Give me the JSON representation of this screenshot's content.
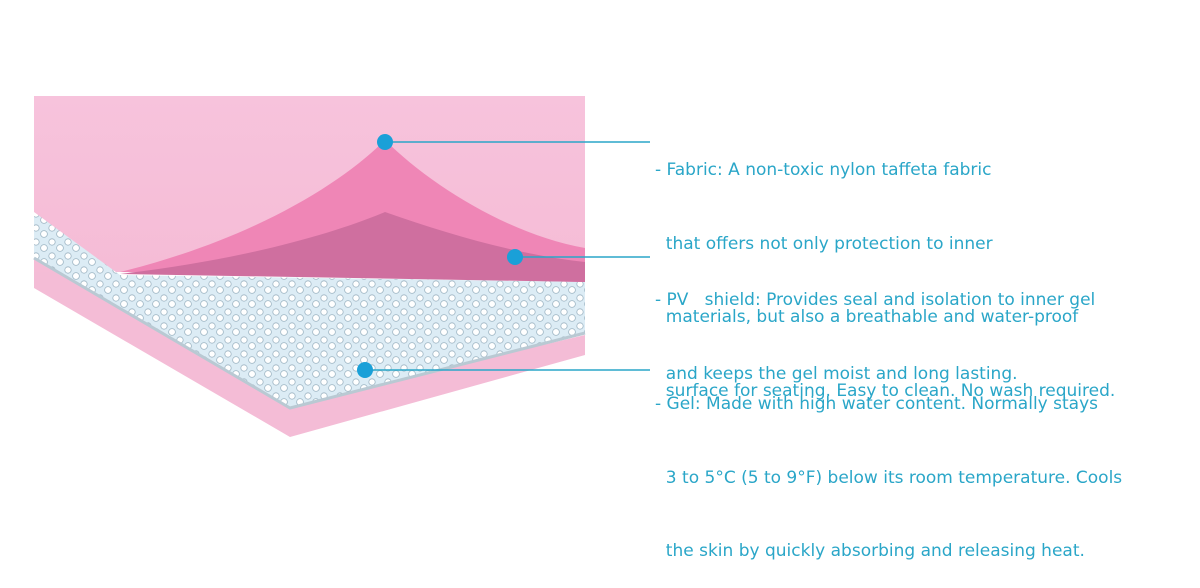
{
  "layers": [
    {
      "id": "fabric",
      "lines": [
        "- Fabric: A non-toxic nylon taffeta fabric",
        "  that offers not only protection to inner",
        "  materials, but also a breathable and water-proof",
        "  surface for seating. Easy to clean. No wash required."
      ]
    },
    {
      "id": "pv-shield",
      "lines": [
        "- PV   shield: Provides seal and isolation to inner gel",
        "  and keeps the gel moist and long lasting."
      ]
    },
    {
      "id": "gel",
      "lines": [
        "- Gel: Made with high water content. Normally stays",
        "  3 to 5°C (5 to 9°F) below its room temperature. Cools",
        "  the skin by quickly absorbing and releasing heat."
      ]
    }
  ],
  "colors": {
    "text": "#2aa6c8",
    "leader_line": "#2aa6c8",
    "marker": "#1aa0d8",
    "fabric_back": "#f7c3dc",
    "fabric_peak": "#ef86b6",
    "pv_shield": "#cf6f9f",
    "gel": "#d9ecf6",
    "bottom_layer": "#f4bcd6"
  },
  "icons": {
    "marker": "blue-dot-marker"
  }
}
